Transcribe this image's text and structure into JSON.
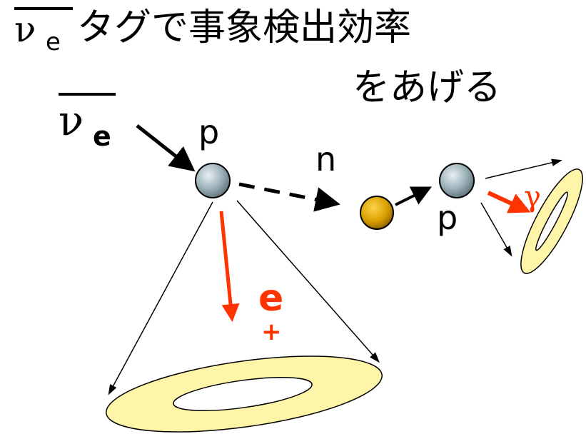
{
  "title": {
    "nu_symbol": "ν",
    "nu_subscript": "e",
    "line1": "タグで事象検出効率",
    "line2": "をあげる"
  },
  "diagram": {
    "incoming_nu_symbol": "ν",
    "incoming_nu_subscript": "e",
    "proton_label_1": "p",
    "neutron_label": "n",
    "proton_label_2": "p",
    "gamma_label": "γ",
    "positron_label": "e",
    "positron_charge": "+"
  },
  "colors": {
    "proton": "#9fb3bb",
    "neutron": "#d8a000",
    "ring_fill": "#fff5a8",
    "accent_red": "#ff3300"
  }
}
